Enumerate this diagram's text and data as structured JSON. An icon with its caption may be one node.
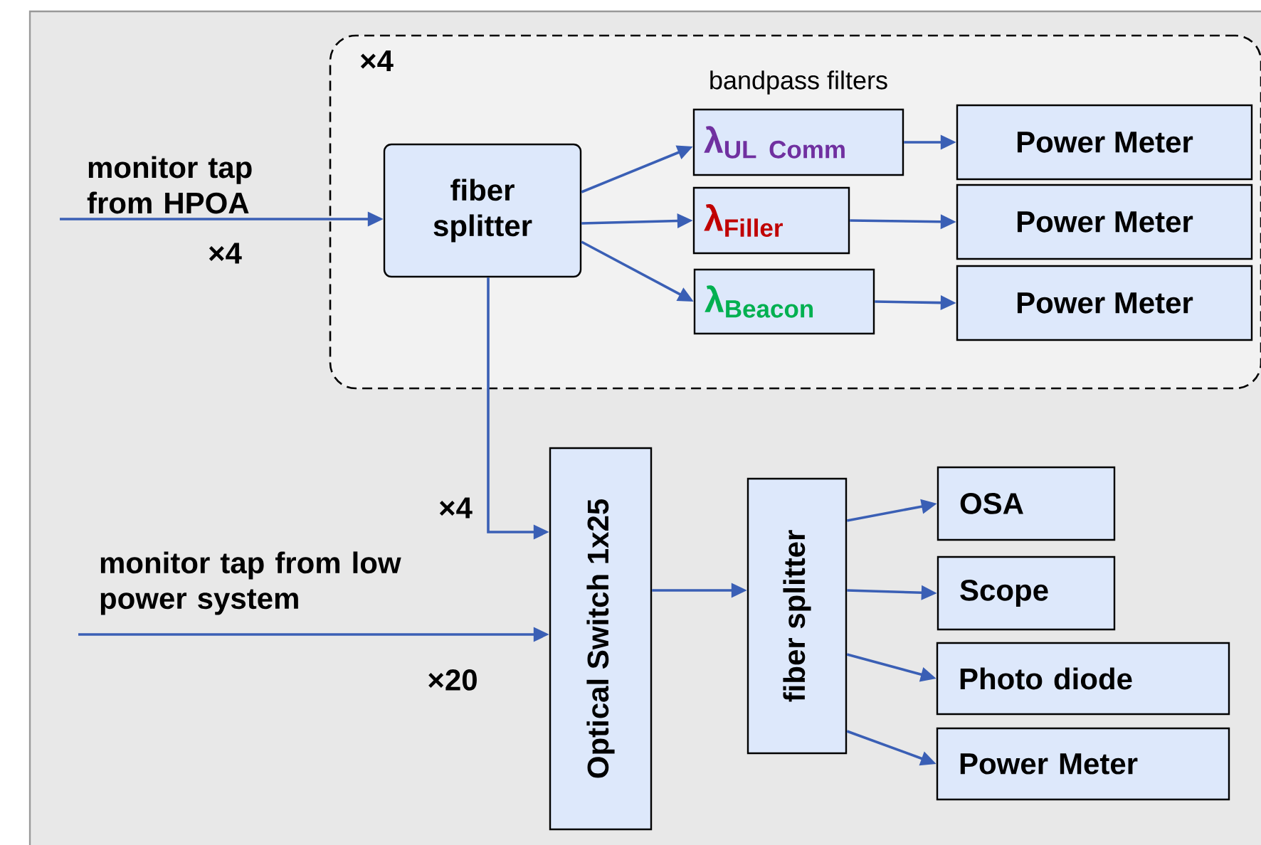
{
  "diagram": {
    "nodes": [
      {
        "text": [
          "×4"
        ]
      },
      {
        "text": [
          "fiber splitter"
        ],
        "in": 0
      },
      {
        "text": [
          "\\textbf{λ}_{\\textbf{UL Comm}}"
        ],
        "in": 0
      },
      {
        "text": [
          "\\textbf{λ}_{\\textbf{Filler}}"
        ],
        "in": 0
      },
      {
        "text": [
          "\\textbf{λ}_{\\textbf{Beacon}}"
        ],
        "in": 0
      },
      {
        "text": [
          "Power Meter"
        ],
        "in": 0
      },
      {
        "text": [
          "Power Meter"
        ],
        "in": 0
      },
      {
        "text": [
          "Power Meter"
        ],
        "in": 0
      },
      {
        "text": [
          "Optical Switch 1x25"
        ]
      },
      {
        "text": [
          "fiber splitter"
        ]
      },
      {
        "text": [
          "OSA"
        ]
      },
      {
        "text": [
          "Scope"
        ]
      },
      {
        "text": [
          "Photo diode"
        ]
      },
      {
        "text": [
          "Power Meter"
        ]
      }
    ],
    "edges": [
      {
        "from": null,
        "to": 1,
        "arrow": "to",
        "label": "monitor tap from HPOA"
      },
      {
        "from": 1,
        "to": 2,
        "arrow": "to"
      },
      {
        "from": 1,
        "to": 3,
        "arrow": "to"
      },
      {
        "from": 1,
        "to": 4,
        "arrow": "to"
      },
      {
        "from": 2,
        "to": 5,
        "arrow": "to"
      },
      {
        "from": 3,
        "to": 6,
        "arrow": "to"
      },
      {
        "from": 4,
        "to": 7,
        "arrow": "to"
      },
      {
        "from": 1,
        "to": 8,
        "arrow": "to"
      },
      {
        "from": null,
        "to": 8,
        "arrow": "to",
        "label": "monitor tap from low power system"
      },
      {
        "from": 8,
        "to": 9,
        "arrow": "to"
      },
      {
        "from": 9,
        "to": 10,
        "arrow": "to"
      },
      {
        "from": 9,
        "to": 11,
        "arrow": "to"
      },
      {
        "from": 9,
        "to": 12,
        "arrow": "to"
      },
      {
        "from": 9,
        "to": 13,
        "arrow": "to"
      }
    ],
    "labels": [
      "bandpass filters",
      "×4",
      "×4",
      "×20"
    ]
  }
}
